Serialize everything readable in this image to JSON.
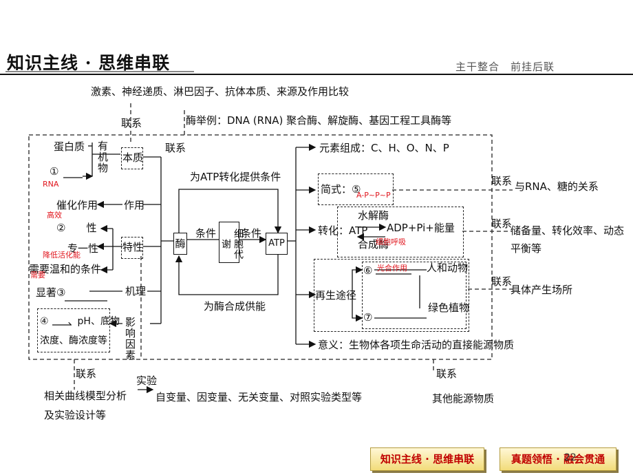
{
  "header": {
    "title": "知识主线 · 思维串联",
    "subtitle": "主干整合　前挂后联"
  },
  "footer": {
    "nav_current": "知识主线 · 思维串联",
    "nav_next": "真题领悟 · 融会贯通",
    "page_number": "22"
  },
  "diagram": {
    "top_compare": "激素、神经递质、淋巴因子、抗体本质、来源及作用比较",
    "link_left_top": "联系",
    "enzyme_examples": "酶举例：DNA (RNA) 聚合酶、解旋酶、基因工程工具酶等",
    "link_mid_top": "联系",
    "protein": "蛋白质",
    "organic": "有机物",
    "rna_circle": "①",
    "rna_answer": "RNA",
    "essence": "本质",
    "catalysis": "催化作用",
    "function": "作用",
    "efficient_answer": "高效",
    "trait2": "②　　性",
    "specific": "专一性",
    "lower_energy_answer": "降低活化能",
    "traits": "特性",
    "mild": "需要温和的条件",
    "mild_answer": "需要",
    "significant": "显著③",
    "mechanism": "机理",
    "factor4": "④　　、pH、底物",
    "factor4b": "浓度、酶浓度等",
    "influence": "影响因素",
    "enzyme": "酶",
    "condition_left": "条件",
    "condition_right": "条件",
    "cell_metabolism": "细胞代谢",
    "atp": "ATP",
    "provide_atp": "为ATP转化提供条件",
    "provide_enzyme": "为酶合成供能",
    "elements": "元素组成：C、H、O、N、P",
    "formula": "简式：⑤",
    "formula_answer": "A-P~P~P",
    "transform_left": "转化：ATP",
    "hydrolase": "水解酶",
    "synthase": "合成酶",
    "transform_right": "ADP+Pi+能量",
    "respiration_answer": "细胞呼吸",
    "regen": "再生途径",
    "circle6": "⑥",
    "photosynthesis_answer": "光合作用",
    "humans_animals": "人和动物",
    "circle7": "⑦",
    "green_plants": "绿色植物",
    "meaning": "意义：生物体各项生命活动的直接能源物质",
    "link_r1": "联系",
    "rel_rna": "与RNA、糖的关系",
    "link_r2": "联系",
    "storage": "储备量、转化效率、动态",
    "balance": "平衡等",
    "link_r3": "联系",
    "site": "具体产生场所",
    "link_bottom_left": "联系",
    "curve1": "相关曲线模型分析",
    "curve2": "及实验设计等",
    "experiment": "实验",
    "variables": "自变量、因变量、无关变量、对照实验类型等",
    "link_bottom_right": "联系",
    "other_energy": "其他能源物质"
  }
}
